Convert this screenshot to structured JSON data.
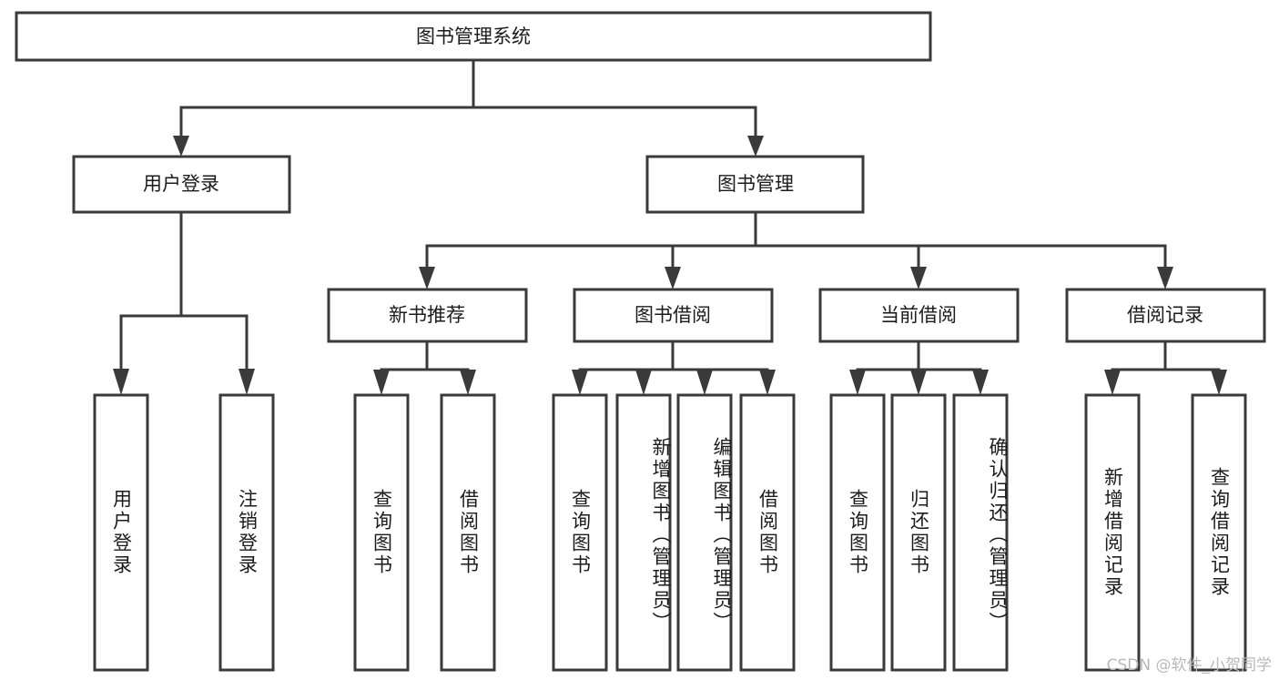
{
  "diagram": {
    "title": "图书管理系统",
    "type": "tree-hierarchy-diagram",
    "colors": {
      "background": "#ffffff",
      "box_fill": "#ffffff",
      "box_stroke": "#3a3a3a",
      "text": "#1b1b1b",
      "watermark": "#b9b9b9"
    },
    "root": {
      "label": "图书管理系统"
    },
    "level2": [
      {
        "label": "用户登录"
      },
      {
        "label": "图书管理"
      }
    ],
    "level3": [
      {
        "label": "新书推荐"
      },
      {
        "label": "图书借阅"
      },
      {
        "label": "当前借阅"
      },
      {
        "label": "借阅记录"
      }
    ],
    "leaves": {
      "user_login": [
        {
          "label": "用户登录"
        },
        {
          "label": "注销登录"
        }
      ],
      "new_book_recommend": [
        {
          "label": "查询图书"
        },
        {
          "label": "借阅图书"
        }
      ],
      "book_borrow": [
        {
          "label": "查询图书"
        },
        {
          "label": "新增图书（管理员）"
        },
        {
          "label": "编辑图书（管理员）"
        },
        {
          "label": "借阅图书"
        }
      ],
      "current_borrow": [
        {
          "label": "查询图书"
        },
        {
          "label": "归还图书"
        },
        {
          "label": "确认归还（管理员）"
        }
      ],
      "borrow_record": [
        {
          "label": "新增借阅记录"
        },
        {
          "label": "查询借阅记录"
        }
      ]
    },
    "watermark": "CSDN @软件_小贺同学"
  }
}
